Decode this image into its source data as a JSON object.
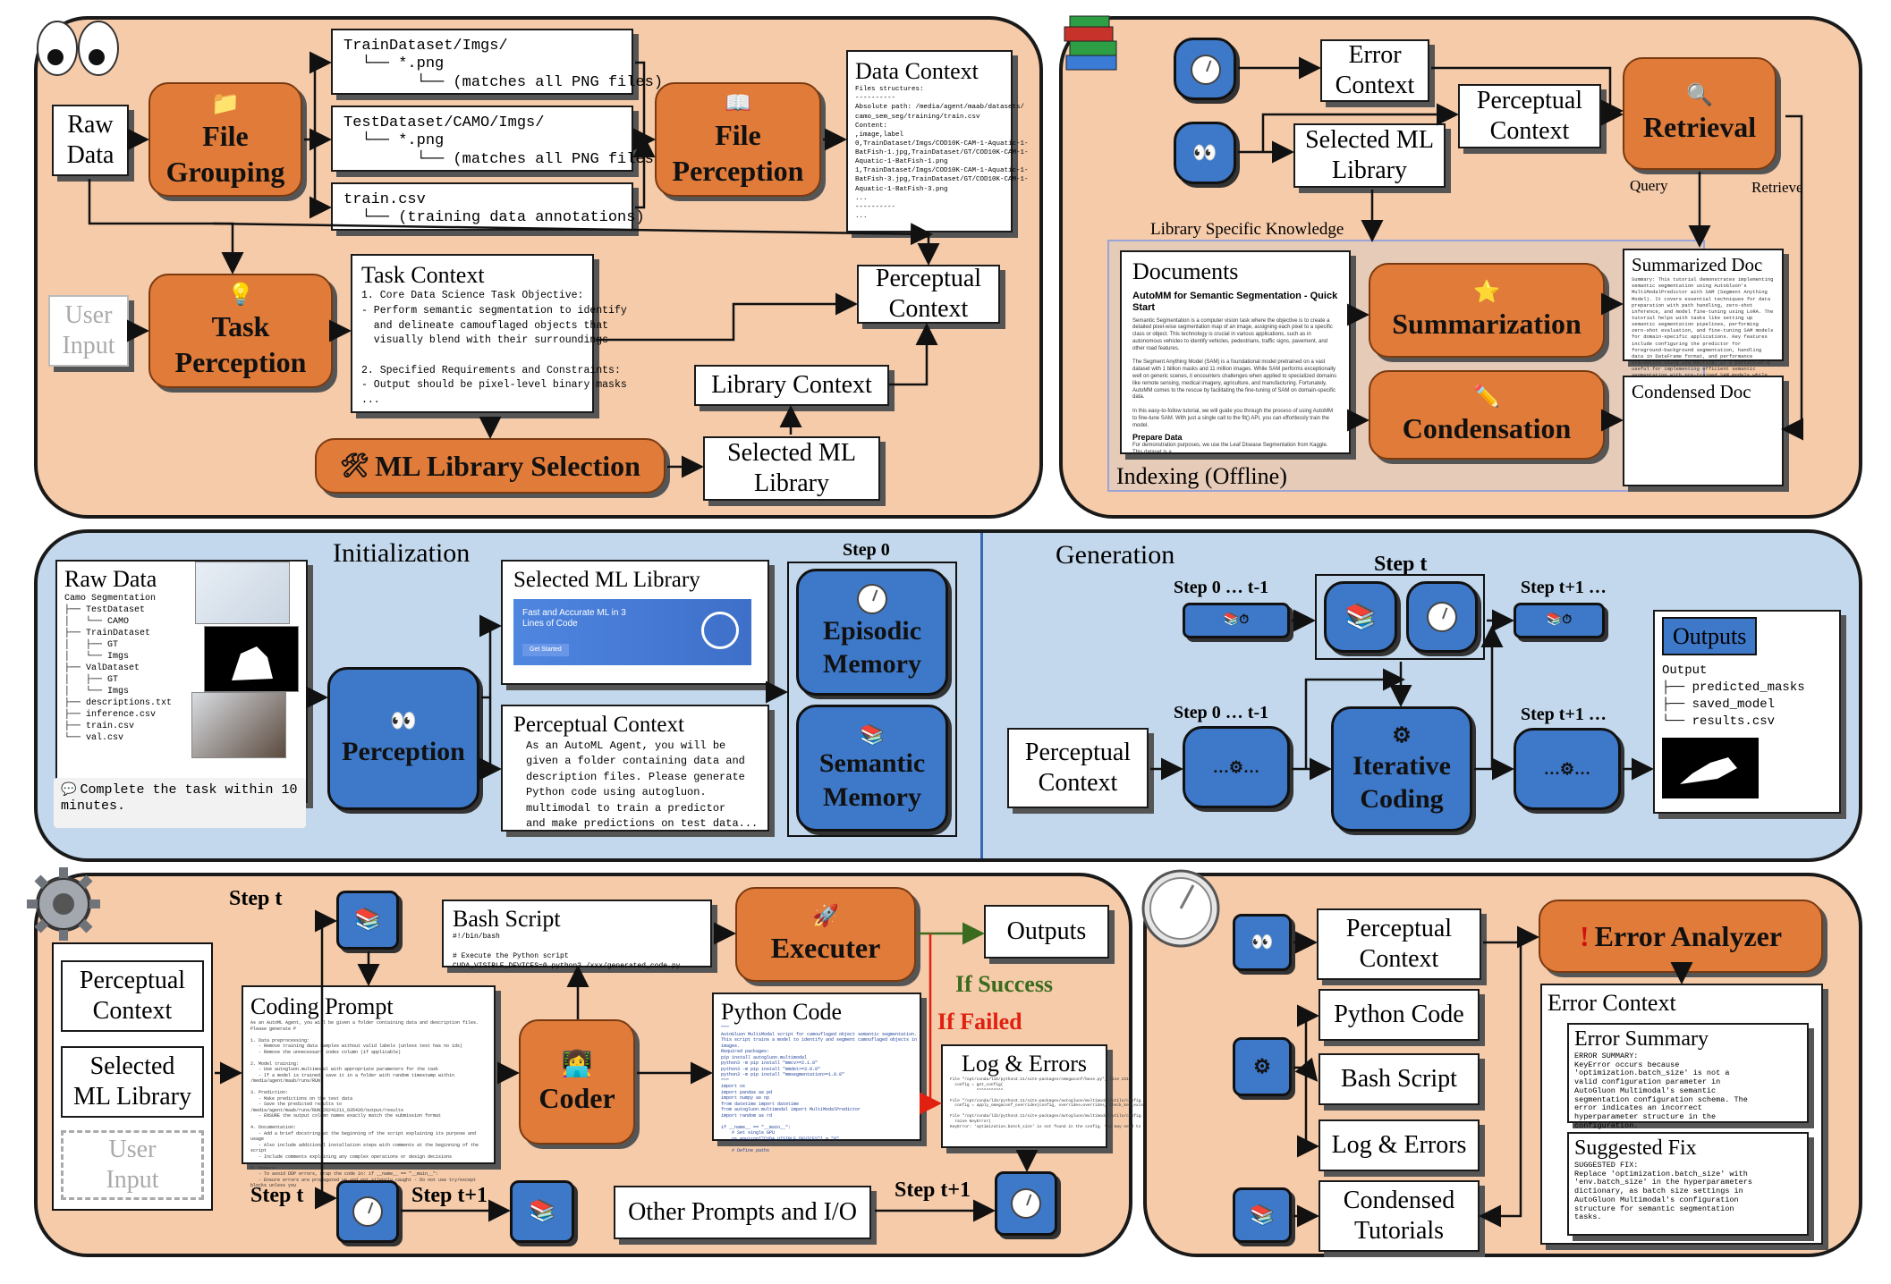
{
  "file_perception": {
    "raw_data": "Raw\nData",
    "file_grouping": "File\nGrouping",
    "file_perception": "File\nPerception",
    "task_perception": "Task\nPerception",
    "user_input": "User\nInput",
    "ml_library_selection": "ML Library Selection",
    "selected_ml_library": "Selected ML\nLibrary",
    "library_context": "Library Context",
    "perceptual_context": "Perceptual\nContext",
    "data_context_title": "Data Context",
    "task_context_title": "Task Context",
    "group1": "TrainDataset/Imgs/\n  └── *.png\n        └── (matches all PNG files)",
    "group2": "TestDataset/CAMO/Imgs/\n  └── *.png\n        └── (matches all PNG files)",
    "group3": "train.csv\n  └── (training data annotations)",
    "data_context_body": "Files structures:\n----------\nAbsolute path: /media/agent/maab/datasets/\ncamo_sem_seg/training/train.csv\nContent:\n,image,label\n0,TrainDataset/Imgs/COD10K-CAM-1-Aquatic-1-\nBatFish-1.jpg,TrainDataset/GT/COD10K-CAM-1-\nAquatic-1-BatFish-1.png\n1,TrainDataset/Imgs/COD10K-CAM-1-Aquatic-1-\nBatFish-3.jpg,TrainDataset/GT/COD10K-CAM-1-\nAquatic-1-BatFish-3.png\n...\n----------\n...",
    "task_context_body": "1. Core Data Science Task Objective:\n- Perform semantic segmentation to identify\n  and delineate camouflaged objects that\n  visually blend with their surroundings\n\n2. Specified Requirements and Constraints:\n- Output should be pixel-level binary masks\n..."
  },
  "retrieval": {
    "error_context": "Error\nContext",
    "perceptual_context": "Perceptual\nContext",
    "selected_ml_library": "Selected ML\nLibrary",
    "retrieval": "Retrieval",
    "query": "Query",
    "retrieve": "Retrieve",
    "library_specific_knowledge": "Library Specific Knowledge",
    "documents": "Documents",
    "doc_title": "AutoMM for Semantic Segmentation - Quick Start",
    "doc_body": "Semantic Segmentation is a computer vision task where the objective is to create a detailed pixel-wise segmentation map of an image, assigning each pixel to a specific class or object. This technology is crucial in various applications, such as in autonomous vehicles to identify vehicles, pedestrians, traffic signs, pavement, and other road features.\n\nThe Segment Anything Model (SAM) is a foundational model pretrained on a vast dataset with 1 billion masks and 11 million images. While SAM performs exceptionally well on generic scenes, it encounters challenges when applied to specialized domains like remote sensing, medical imagery, agriculture, and manufacturing. Fortunately, AutoMM comes to the rescue by facilitating the fine-tuning of SAM on domain-specific data.\n\nIn this easy-to-follow tutorial, we will guide you through the process of using AutoMM to fine-tune SAM. With just a single call to the fit() API, you can effortlessly train the model.",
    "prepare_data": "Prepare Data",
    "prepare_body": "For demonstration purposes, we use the Leaf Disease Segmentation from Kaggle. This dataset is a",
    "summarization": "Summarization",
    "condensation": "Condensation",
    "summarized_doc": "Summarized Doc",
    "summarized_body": "Summary: This tutorial demonstrates implementing semantic segmentation using AutoGluon's MultiModalPredictor with SAM (Segment Anything Model). It covers essential techniques for data preparation with path handling, zero-shot inference, and model fine-tuning using LoRA. The tutorial helps with tasks like setting up semantic segmentation pipelines, performing zero-shot evaluation, and fine-tuning SAM models for domain-specific applications. Key features include configuring the predictor for foreground-background segmentation, handling data in DataFrame format, and performance evaluation using IoU metrics. It's particularly useful for implementing efficient semantic segmentation with pre-trained SAM models while maintaining security considerations when loading saved models.",
    "condensed_doc": "Condensed Doc",
    "indexing": "Indexing (Offline)"
  },
  "middle": {
    "initialization": "Initialization",
    "generation": "Generation",
    "raw_data": "Raw Data",
    "file_tree": "Camo Segmentation\n├── TestDataset\n│   └── CAMO\n├── TrainDataset\n│   ├── GT\n│   └── Imgs\n├── ValDataset\n│   ├── GT\n│   └── Imgs\n├── descriptions.txt\n├── inference.csv\n├── train.csv\n└── val.csv",
    "task_note": "Complete the task within 10\nminutes.",
    "perception": "Perception",
    "selected_ml_library": "Selected ML Library",
    "banner_text": "Fast and Accurate ML in 3\nLines of Code",
    "banner_button": "Get Started",
    "perceptual_context": "Perceptual Context",
    "perceptual_body": "As an AutoML Agent, you will be\ngiven a folder containing data and\ndescription files. Please generate\nPython code using autogluon.\nmultimodal to train a predictor\nand make predictions on test data...",
    "step0": "Step 0",
    "episodic_memory": "Episodic\nMemory",
    "semantic_memory": "Semantic\nMemory",
    "step_0_t1": "Step 0 … t-1",
    "step_t": "Step t",
    "step_t1": "Step t+1 …",
    "perceptual_context2": "Perceptual\nContext",
    "iterative_coding": "Iterative\nCoding",
    "outputs": "Outputs",
    "output_tree": "Output\n├── predicted_masks\n├── saved_model\n└── results.csv"
  },
  "coder": {
    "step_t": "Step t",
    "perceptual_context": "Perceptual\nContext",
    "selected_ml_library": "Selected\nML Library",
    "user_input": "User\nInput",
    "coding_prompt": "Coding Prompt",
    "bash_script": "Bash Script",
    "bash_body": "#!/bin/bash\n\n# Execute the Python script\nCUDA_VISIBLE_DEVICES=0 python3 /xxx/generated_code.py",
    "coder": "Coder",
    "executer": "Executer",
    "outputs": "Outputs",
    "if_success": "If Success",
    "if_failed": "If Failed",
    "python_code": "Python Code",
    "log_errors": "Log & Errors",
    "step_t_b": "Step t",
    "step_t1_b": "Step t+1",
    "other_prompts": "Other Prompts and I/O",
    "step_t1_c": "Step t+1",
    "coding_body": "As an AutoML Agent, you will be given a folder containing data and description files. Please generate P\n\n1. Data preprocessing:\n   - Remove training data samples without valid labels (unless test has no ids)\n   - Remove the unnecessary index column (if applicable)\n\n2. Model training:\n   - Use autogluon.multimodal with appropriate parameters for the task\n   - If a model is trained, save it in a folder with random timestamp within /media/agent/maab/runs/RUN\n\n3. Prediction:\n   - Make predictions on the test data\n   - Save the predicted results to /media/agent/maab/runs/RUN_20241211_035426/output/results\n   - ENSURE the output column names exactly match the submission format\n\n4. Documentation:\n   - Add a brief docstring at the beginning of the script explaining its purpose and usage\n   - Also include additional installation steps with comments at the beginning of the script\n   - Include comments explaining any complex operations or design decisions\n\n5. Others:\n   - To avoid DDP errors, wrap the code in: if __name__ == \"__main__\":\n   - Ensure errors are propagated up and not silently caught - Do not use try/except blocks unless you",
    "python_body": "\"\"\"\nAutoGluon MultiModal script for camouflaged object semantic segmentation.\nThis script trains a model to identify and segment camouflaged objects in\nimages.\nRequired packages:\npip install autogluon.multimodal\npython3 -m pip install \"mmcv>=2.1.0\"\npython3 -m pip install \"mmdet>=3.0.0\"\npython3 -m pip install \"mmsegmentation>=1.0.0\"\n\"\"\"\nimport os\nimport pandas as pd\nimport numpy as np\nfrom datetime import datetime\nfrom autogluon.multimodal import MultiModalPredictor\nimport random as rd\n\nif __name__ == \"__main__\":\n    # Set single GPU\n    os.environ[\"CUDA_VISIBLE_DEVICES\"] = \"0\"\n\n    # Define paths",
    "log_body": "File \"/opt/conda/lib/python3.11/site-packages/omegaconf/base.py\", line 231\n  config = get_config(\n           ^^^^^^^^^^^\n\nFile \"/opt/conda/lib/python3.11/site-packages/autogluon/multimodal/utils/config.py\"\n  config = apply_omegaconf_overrides(config, overrides=overrides, check_key_exist\n\nFile \"/opt/conda/lib/python3.11/site-packages/autogluon/multimodal/utils/config.py\"\n  raise KeyError(\nKeyError: 'optimization.batch_size' is not found in the config. You may need to"
  },
  "error_analyzer": {
    "perceptual_context": "Perceptual\nContext",
    "python_code": "Python Code",
    "bash_script": "Bash Script",
    "log_errors": "Log & Errors",
    "condensed_tutorials": "Condensed\nTutorials",
    "error_analyzer": "Error Analyzer",
    "error_context": "Error Context",
    "error_summary": "Error Summary",
    "error_summary_body": "ERROR SUMMARY:\nKeyError occurs because\n'optimization.batch_size' is not a\nvalid configuration parameter in\nAutoGluon Multimodal's semantic\nsegmentation configuration schema. The\nerror indicates an incorrect\nhyperparameter structure in the\nconfiguration.",
    "suggested_fix": "Suggested Fix",
    "suggested_fix_body": "SUGGESTED FIX:\nReplace 'optimization.batch_size' with\n'env.batch_size' in the hyperparameters\ndictionary, as batch size settings in\nAutoGluon Multimodal's configuration\nstructure for semantic segmentation\ntasks."
  },
  "colors": {
    "peach": "#f5cbaa",
    "orange": "#e07b3a",
    "blue_panel": "#c3d8ec",
    "blue_box": "#3e78c8",
    "success": "#3a6b1e",
    "failed": "#e02010"
  },
  "icons": [
    "eyes-icon",
    "books-icon",
    "stopwatch-icon",
    "gear-icon",
    "folder-icon",
    "open-book-icon",
    "lightbulb-icon",
    "tools-icon",
    "magnifier-icon",
    "star-icon",
    "pencil-icon",
    "rocket-icon",
    "person-laptop-icon",
    "exclamation-icon",
    "speech-bubble-icon"
  ]
}
